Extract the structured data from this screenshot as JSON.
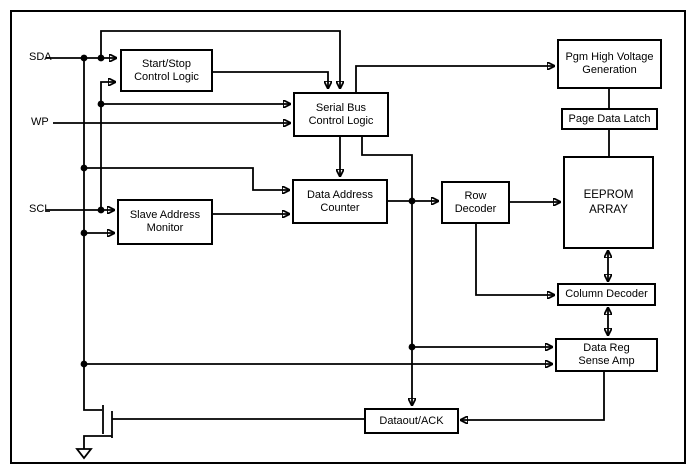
{
  "diagram": {
    "type": "eeprom-functional-block-diagram",
    "colors": {
      "line": "#000000",
      "background": "#ffffff",
      "box_fill": "#ffffff"
    }
  },
  "signals": {
    "sda": "SDA",
    "wp": "WP",
    "scl": "SCL"
  },
  "blocks": {
    "start_stop": {
      "line1": "Start/Stop",
      "line2": "Control Logic"
    },
    "serial_bus": {
      "line1": "Serial Bus",
      "line2": "Control Logic"
    },
    "data_address": {
      "line1": "Data Address",
      "line2": "Counter"
    },
    "slave_address": {
      "line1": "Slave Address",
      "line2": "Monitor"
    },
    "row_decoder": {
      "line1": "Row",
      "line2": "Decoder"
    },
    "pgm_high_voltage": {
      "line1": "Pgm High Voltage",
      "line2": "Generation"
    },
    "page_data_latch": {
      "line1": "Page Data Latch"
    },
    "eeprom_array": {
      "line1": "EEPROM",
      "line2": "ARRAY"
    },
    "column_decoder": {
      "line1": "Column Decoder"
    },
    "data_reg": {
      "line1": "Data Reg",
      "line2": "Sense Amp"
    },
    "dataout_ack": {
      "line1": "Dataout/ACK"
    }
  },
  "symbols": {
    "transistor": "nmos-transistor",
    "ground": "ground-symbol"
  }
}
